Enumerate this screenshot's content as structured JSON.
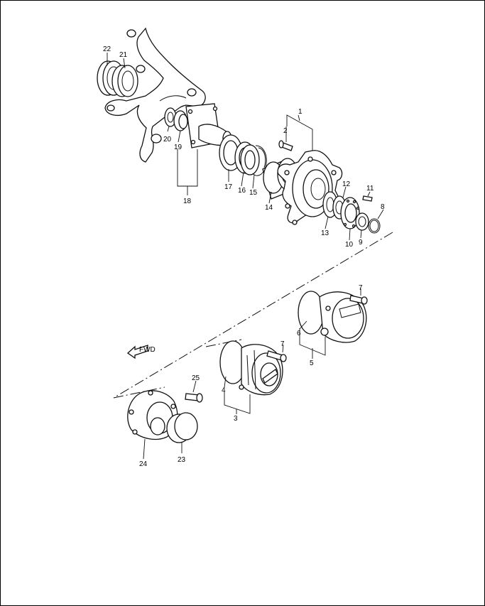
{
  "diagram": {
    "callouts": [
      "1",
      "2",
      "3",
      "4",
      "5",
      "6",
      "7",
      "7",
      "8",
      "9",
      "10",
      "11",
      "12",
      "13",
      "14",
      "15",
      "16",
      "17",
      "18",
      "19",
      "20",
      "21",
      "22",
      "23",
      "24",
      "25"
    ],
    "arrow_text": "FWD"
  },
  "colors": {
    "line": "#111111",
    "background": "#ffffff"
  }
}
